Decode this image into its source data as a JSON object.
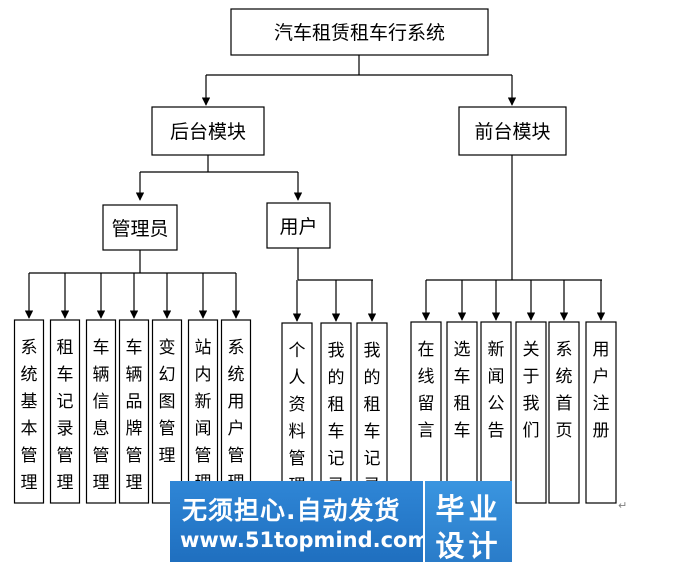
{
  "diagram": {
    "root": {
      "label": "汽车租赁租车行系统"
    },
    "backend": {
      "label": "后台模块",
      "admin": {
        "label": "管理员",
        "leaves": [
          "系统基本管理",
          "租车记录管理",
          "车辆信息管理",
          "车辆品牌管理",
          "变幻图管理",
          "站内新闻管理",
          "系统用户管理"
        ]
      },
      "user": {
        "label": "用户",
        "leaves": [
          "个人资料管理",
          "我的租车记录",
          "我的租车记录"
        ]
      }
    },
    "frontend": {
      "label": "前台模块",
      "leaves": [
        "在线留言",
        "选车租车",
        "新闻公告",
        "关于我们",
        "系统首页",
        "用户注册"
      ]
    }
  },
  "watermark": {
    "line1": "无须担心.自动发货",
    "line2": "www.51topmind.com",
    "big1": "毕业",
    "big2": "设计"
  },
  "paragraph_mark": "↵"
}
